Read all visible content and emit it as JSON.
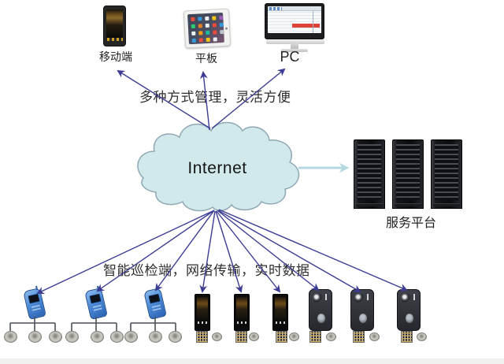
{
  "diagram": {
    "cloud_label": "Internet",
    "top_caption": "多种方式管理，灵活方便",
    "bottom_caption": "智能巡检端，网络传输，实时数据",
    "device_labels": {
      "mobile": "移动端",
      "tablet": "平板",
      "pc": "PC",
      "server": "服务平台"
    },
    "colors": {
      "cloud_fill": "#d2e9ec",
      "cloud_stroke": "#8fa9b3",
      "arrow": "#3c3c94",
      "server_arrow": "#b5d8e0",
      "tree_line": "#4a4f58",
      "reader_blue": "#4d8ad6",
      "caption_text": "#2e2e2e"
    },
    "counts": {
      "server_racks": 3,
      "inspection_readers": 3,
      "tags_per_reader": 3,
      "smartphones": 3,
      "handheld_terminals": 3,
      "qr_tags": 6,
      "tag_discs": 6
    }
  }
}
